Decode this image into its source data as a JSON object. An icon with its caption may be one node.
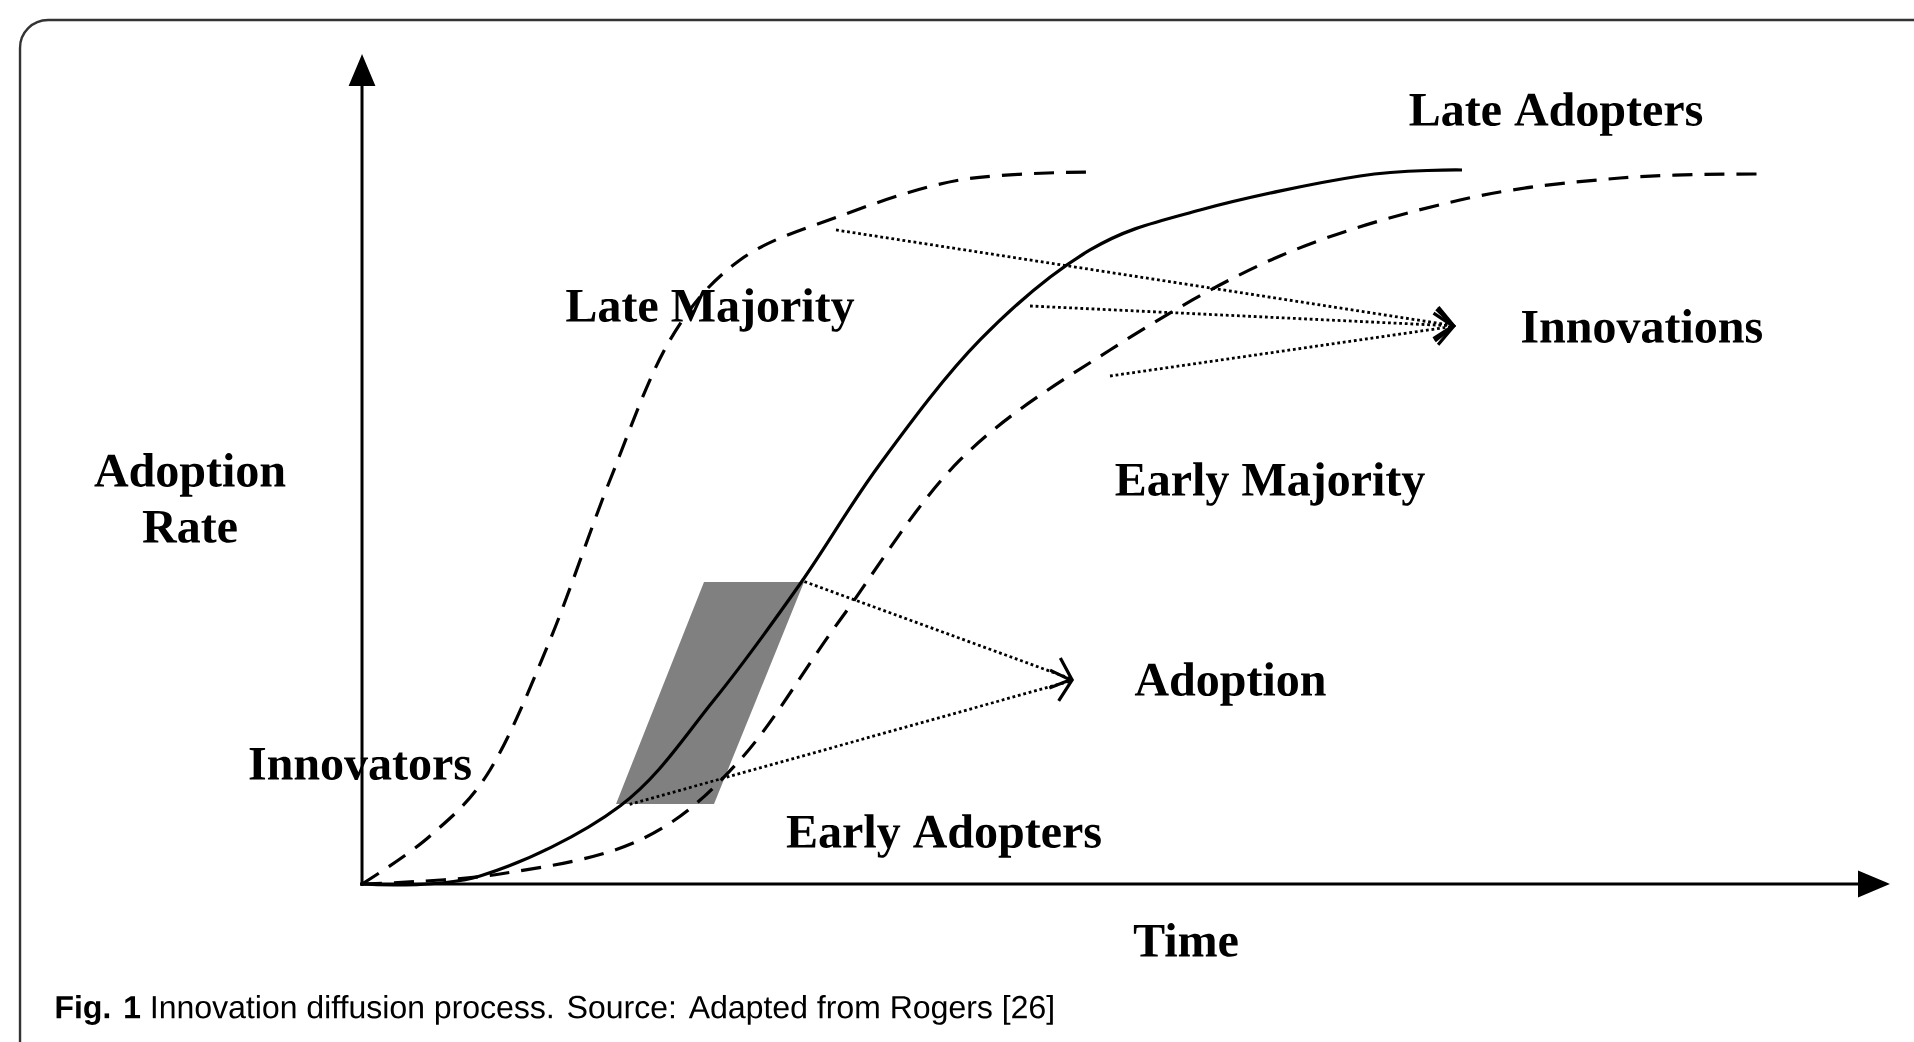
{
  "diagram": {
    "caption": "**Fig. 1** Innovation diffusion process. Source: Adapted from Rogers [26]",
    "nodes": [
      {
        "text": [
          "Innovations"
        ]
      },
      {
        "text": [],
        "shape": "parallelogram"
      },
      {
        "text": [
          "Adoption"
        ]
      }
    ],
    "edges": [
      {
        "from": null,
        "to": 0,
        "arrow": "to"
      },
      {
        "from": null,
        "to": 0,
        "arrow": "to"
      },
      {
        "from": null,
        "to": 0,
        "arrow": "to"
      },
      {
        "from": 1,
        "to": 2,
        "arrow": "to"
      },
      {
        "from": 1,
        "to": 2,
        "arrow": "to"
      }
    ],
    "labels": [
      "Late Adopters",
      "Late Majority",
      "Early Majority",
      "Adoption Rate",
      "Innovators",
      "Early Adopters",
      "Time"
    ]
  }
}
